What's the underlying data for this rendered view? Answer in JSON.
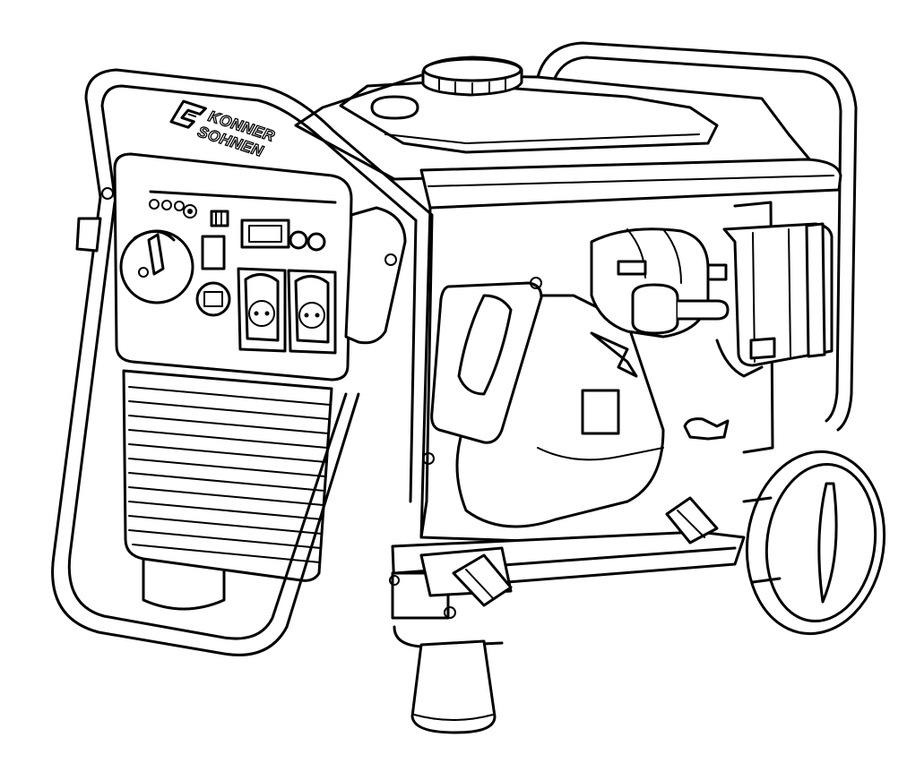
{
  "brand": {
    "line1": "KONNER",
    "line2": "SOHNEN",
    "logo": "ks-logo-emblem"
  },
  "colors": {
    "line": "#000000",
    "background": "#ffffff"
  }
}
